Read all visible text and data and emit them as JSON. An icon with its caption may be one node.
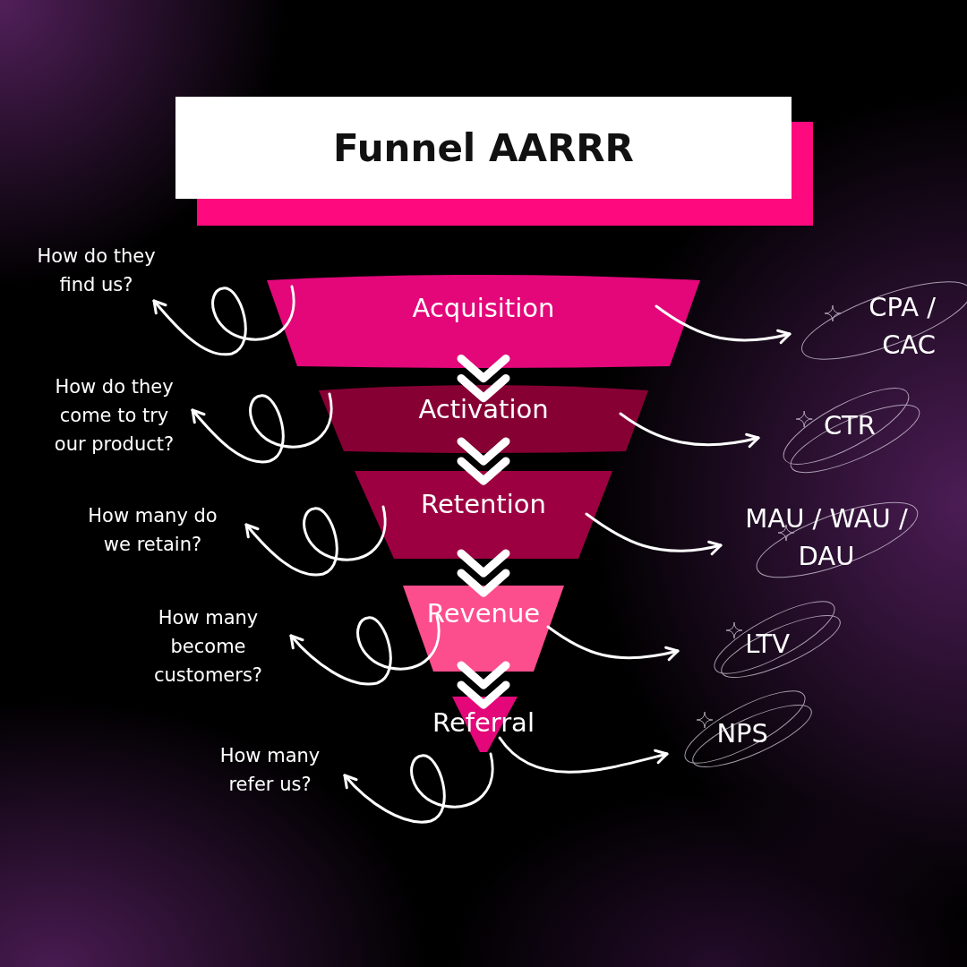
{
  "diagram": {
    "title": "Funnel AARRR",
    "nodes": [
      {
        "text": [
          "Acquisition"
        ]
      },
      {
        "text": [
          "Activation"
        ]
      },
      {
        "text": [
          "Retention"
        ]
      },
      {
        "text": [
          "Revenue"
        ]
      },
      {
        "text": [
          "Referral"
        ]
      },
      {
        "text": [
          "How do they find us?"
        ]
      },
      {
        "text": [
          "How do they come to try our product?"
        ]
      },
      {
        "text": [
          "How many do we retain?"
        ]
      },
      {
        "text": [
          "How many become customers?"
        ]
      },
      {
        "text": [
          "How many refer us?"
        ]
      },
      {
        "text": [
          "CPA / CAC"
        ]
      },
      {
        "text": [
          "CTR"
        ]
      },
      {
        "text": [
          "MAU / WAU / DAU"
        ]
      },
      {
        "text": [
          "LTV"
        ]
      },
      {
        "text": [
          "NPS"
        ]
      }
    ],
    "edges": [
      {
        "from": 0,
        "to": 1,
        "arrow": "to",
        "style": "thick"
      },
      {
        "from": 1,
        "to": 2,
        "arrow": "to",
        "style": "thick"
      },
      {
        "from": 2,
        "to": 3,
        "arrow": "to",
        "style": "thick"
      },
      {
        "from": 3,
        "to": 4,
        "arrow": "to",
        "style": "thick"
      },
      {
        "from": 0,
        "to": 5,
        "arrow": "to"
      },
      {
        "from": 1,
        "to": 6,
        "arrow": "to"
      },
      {
        "from": 2,
        "to": 7,
        "arrow": "to"
      },
      {
        "from": 3,
        "to": 8,
        "arrow": "to"
      },
      {
        "from": 4,
        "to": 9,
        "arrow": "to"
      },
      {
        "from": 0,
        "to": 10,
        "arrow": "to"
      },
      {
        "from": 1,
        "to": 11,
        "arrow": "to"
      },
      {
        "from": 2,
        "to": 12,
        "arrow": "to"
      },
      {
        "from": 3,
        "to": 13,
        "arrow": "to"
      },
      {
        "from": 4,
        "to": 14,
        "arrow": "to"
      }
    ]
  }
}
